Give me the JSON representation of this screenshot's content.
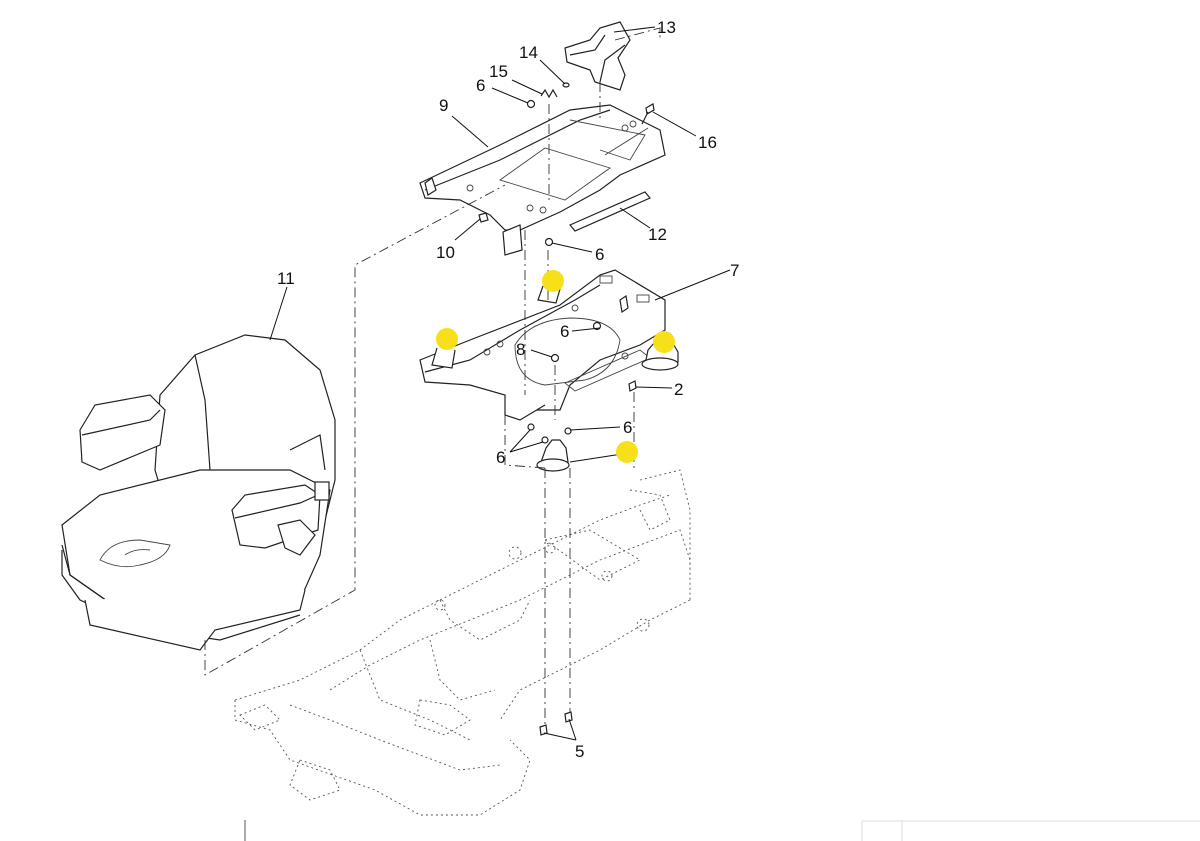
{
  "callouts": [
    "13",
    "14",
    "15",
    "6",
    "9",
    "16",
    "12",
    "10",
    "6",
    "11",
    "7",
    "6",
    "8",
    "2",
    "6",
    "6",
    "5"
  ],
  "colors": {
    "marker": "#f7e01a",
    "line": "#222222"
  }
}
